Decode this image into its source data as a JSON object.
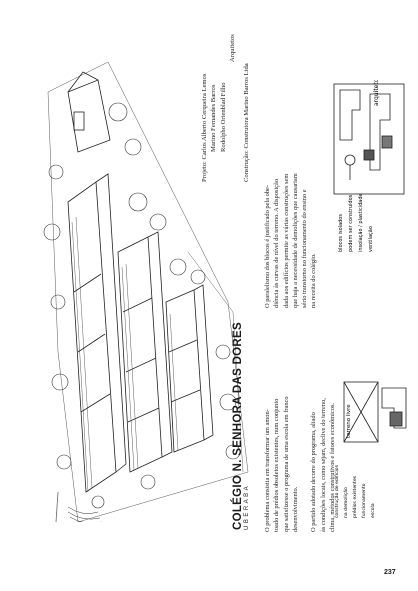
{
  "article": {
    "title": "COLÉGIO N. SENHORA DAS DORES",
    "city": "UBERABA",
    "credits": {
      "project_line": "Projeto: Carlos Alberto Cerqueira Lemos",
      "architect_2": "Marino Fernandes Barros",
      "architect_3": "Rodolpho Ortenblad Filho",
      "role": "Arquitetos",
      "construction": "Construção: Construtora Marino Barros Ltda"
    },
    "paragraph_intro": [
      "O problema consistia em transformar um amon-",
      "toado de prédios obsoletos existentes, num conjunto",
      "que satisfizesse o programa de uma escola em franco",
      "desenvolvimento.",
      "",
      "O partido adotado decorre do programa, aliado",
      "às condições locais, como sejam, declive do terreno,",
      "clima, métodos construtivos e fatores econômicos."
    ],
    "paragraph_blocks": [
      "O paralelismo dos blocos é justificado pela obe-",
      "diência às curvas de nível do terreno. A disposição",
      "dada aos edifícios permite as várias construções sem",
      "que haja a necessidade de demolições que causariam",
      "sério transtorno no funcionamento do ensino e",
      "na receita do colégio."
    ]
  },
  "sketch_notes": {
    "top_label": "arquitetos",
    "top_note_1": "blocos isolados",
    "top_note_2": "podem ser construídos",
    "top_note_3": "insolação / plasticidade",
    "top_note_4": "ventilação",
    "bottom_label": "terreno livre",
    "bottom_note_1": "construção de edifícios",
    "bottom_note_2": "na demolição",
    "bottom_note_3": "prédios existentes",
    "bottom_note_4": "funcionamento",
    "bottom_note_5": "escola"
  },
  "page_number": "237"
}
